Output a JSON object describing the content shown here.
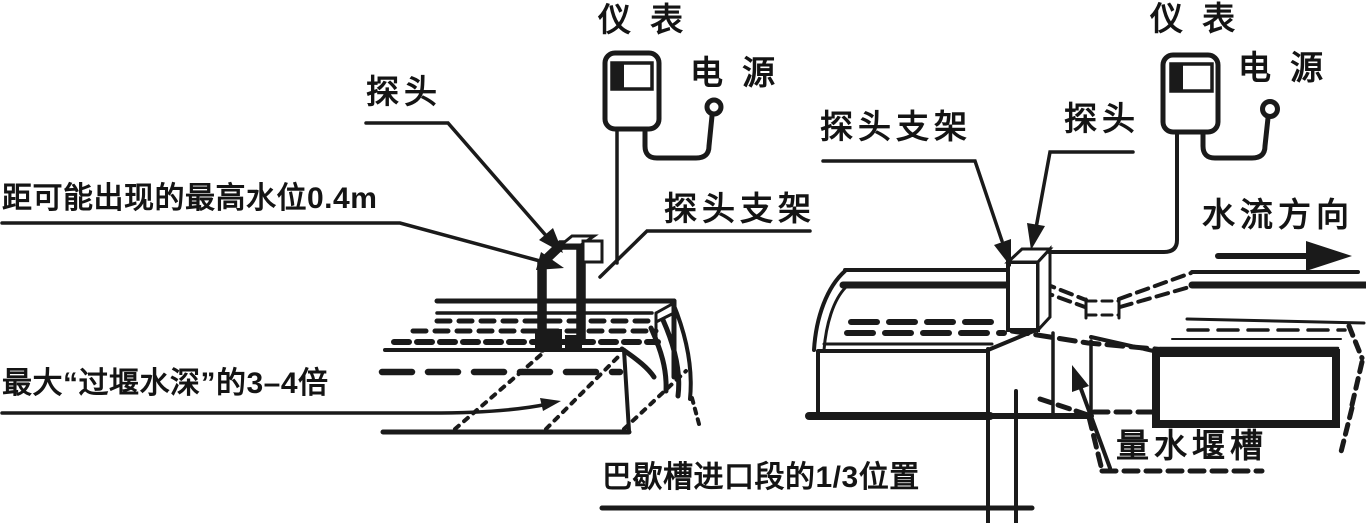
{
  "colors": {
    "line": "#1a1a1a",
    "background": "#ffffff"
  },
  "left_diagram": {
    "instrument_label": "仪 表",
    "power_label": "电 源",
    "probe_label": "探头",
    "max_water_level_label": "距可能出现的最高水位0.4m",
    "probe_bracket_label": "探头支架",
    "weir_depth_label": "最大“过堰水深”的3–4倍"
  },
  "right_diagram": {
    "probe_bracket_label": "探头支架",
    "probe_label": "探头",
    "instrument_label": "仪 表",
    "power_label": "电 源",
    "flow_direction_label": "水流方向",
    "flume_label": "量水堰槽",
    "inlet_position_label": "巴歇槽进口段的1/3位置"
  }
}
